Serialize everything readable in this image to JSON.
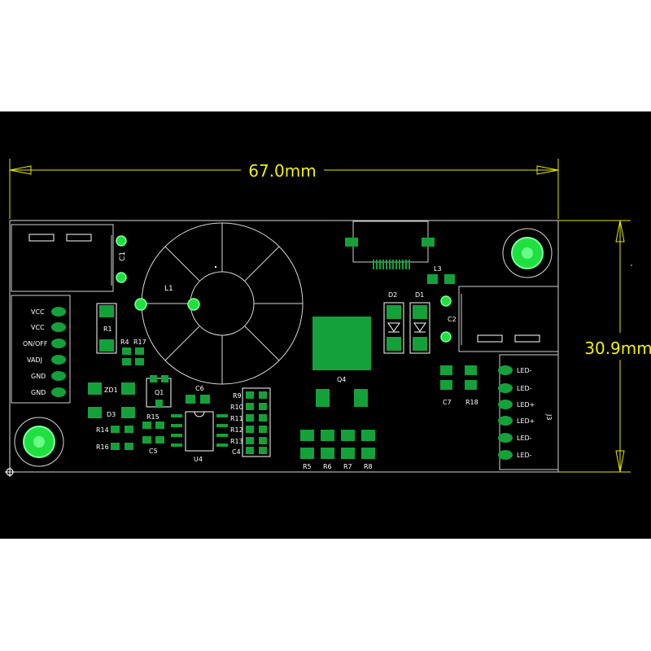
{
  "dimensions": {
    "width_label": "67.0mm",
    "height_label": "30.9mm"
  },
  "colors": {
    "background": "#000000",
    "copper": "#15a13a",
    "silkscreen": "#ffffff",
    "dimension": "#e6e600",
    "outline": "#d8d8d8"
  },
  "components": {
    "C1": "C1",
    "L1": "L1",
    "R1": "R1",
    "R4": "R4",
    "R17": "R17",
    "ZD1": "ZD1",
    "D3": "D3",
    "Q1": "Q1",
    "C6": "C6",
    "R15": "R15",
    "R14": "R14",
    "R16": "R16",
    "C5": "C5",
    "U4": "U4",
    "R9": "R9",
    "R10": "R10",
    "R11": "R11",
    "R12": "R12",
    "R13": "R13",
    "C4": "C4",
    "Q4": "Q4",
    "R5": "R5",
    "R6": "R6",
    "R7": "R7",
    "R8": "R8",
    "D2": "D2",
    "D1": "D1",
    "L3": "L3",
    "C2": "C2",
    "C7": "C7",
    "R18": "R18",
    "J3": "J3"
  },
  "connector_left": {
    "pins": [
      "VCC",
      "VCC",
      "ON/OFF",
      "VADJ",
      "GND",
      "GND"
    ]
  },
  "connector_right": {
    "pins": [
      "LED-",
      "LED-",
      "LED+",
      "LED+",
      "LED-",
      "LED-"
    ]
  }
}
